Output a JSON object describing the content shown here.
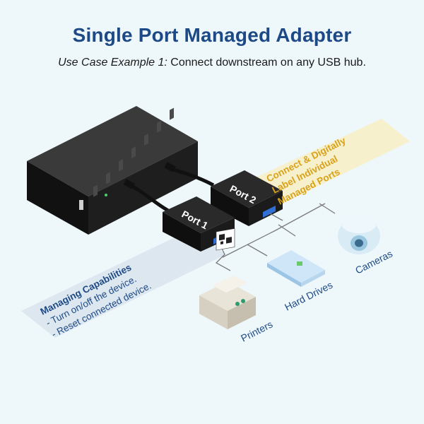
{
  "header": {
    "title": "Single Port Managed Adapter",
    "subtitle_prefix": "Use Case Example 1:",
    "subtitle_text": " Connect downstream on any USB hub."
  },
  "ports": {
    "port1": "Port 1",
    "port2": "Port 2"
  },
  "connect_panel": {
    "lines": [
      "Connect & Digitally",
      "Label Individual",
      "Managed Ports"
    ]
  },
  "managing_panel": {
    "heading": "Managing Capabilities",
    "items": [
      "- Turn on/off the device.",
      "- Reset connected device."
    ]
  },
  "devices": {
    "printers": "Printers",
    "hard_drives": "Hard Drives",
    "cameras": "Cameras"
  },
  "colors": {
    "title_blue": "#1d4a86",
    "accent_yellow": "#d8a21a",
    "hub_black": "#1b1b1b",
    "usb_blue": "#2f6fd6"
  }
}
